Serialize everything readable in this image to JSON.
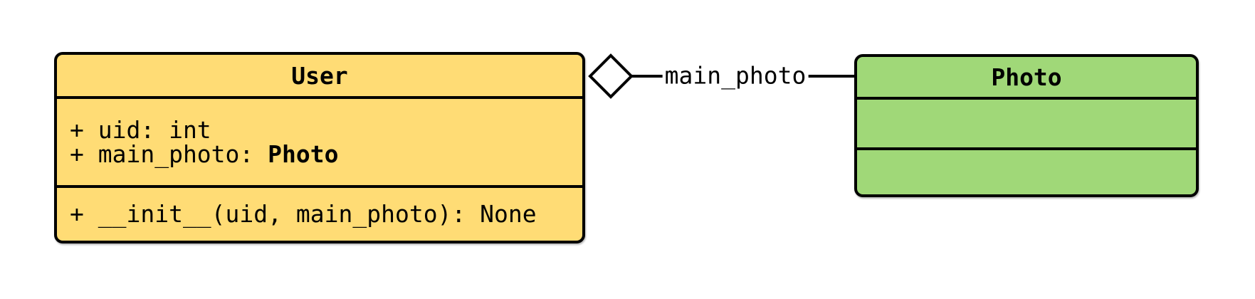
{
  "colors": {
    "user_fill": "#FFDC75",
    "photo_fill": "#A0D878",
    "stroke": "#000000",
    "background": "#FFFFFF"
  },
  "classes": [
    {
      "id": "user",
      "title": "User",
      "attributes": [
        {
          "text": "+ uid: int",
          "bold": ""
        },
        {
          "text": "+ main_photo: ",
          "bold": "Photo"
        }
      ],
      "methods": [
        "+ __init__(uid, main_photo): None"
      ]
    },
    {
      "id": "photo",
      "title": "Photo",
      "attributes": [],
      "methods": []
    }
  ],
  "relationship": {
    "type": "aggregation",
    "from": "User",
    "to": "Photo",
    "label": "main_photo"
  }
}
